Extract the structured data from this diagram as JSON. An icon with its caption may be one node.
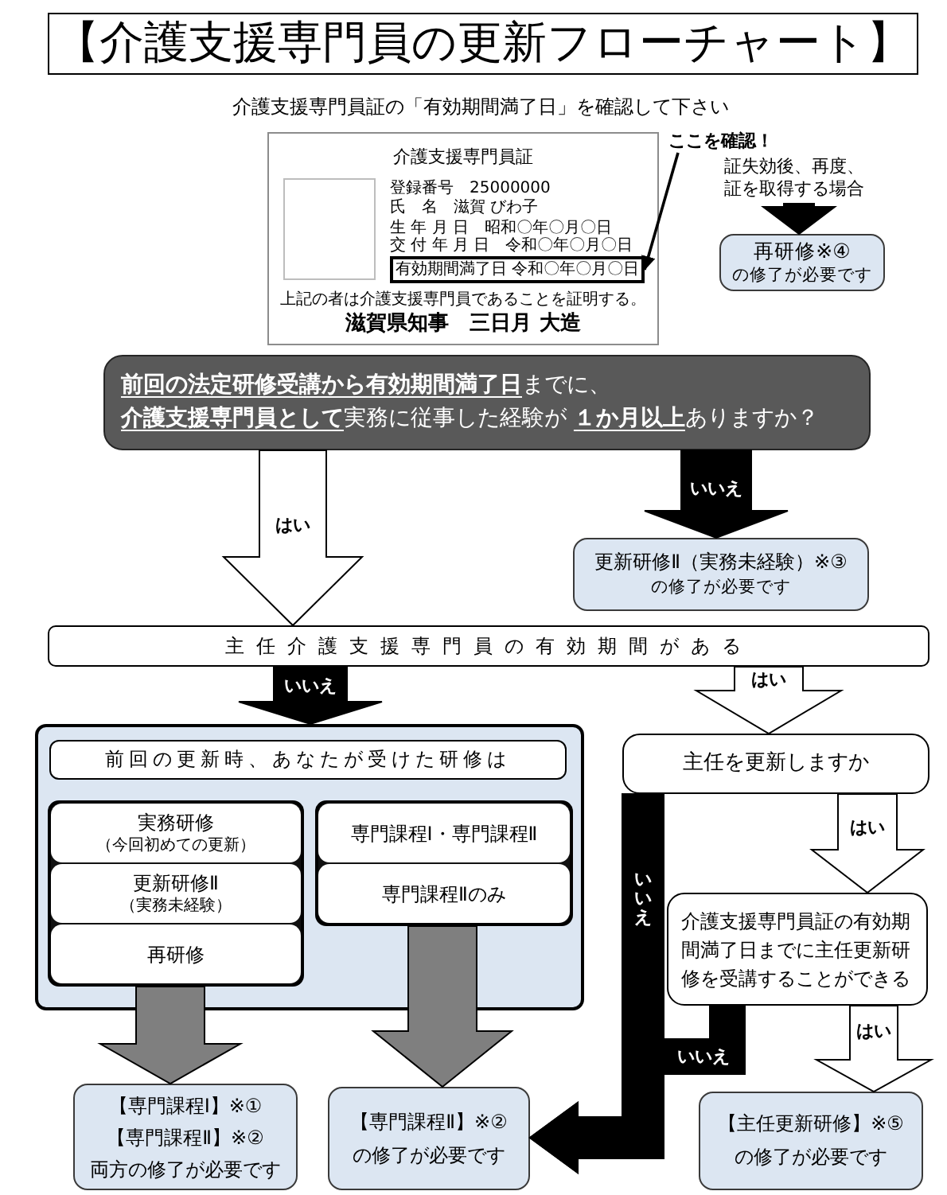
{
  "diagram": {
    "title": "【介護支援専門員の更新フローチャート】",
    "nodes": [
      {
        "text": [
          "介護支援専門員証",
          "登録番号　25000000",
          "氏　名　滋賀 びわ子",
          "生 年 月 日　昭和〇年〇月〇日",
          "交 付 年 月 日　令和〇年〇月〇日",
          "上記の者は介護支援専門員であることを証明する。",
          "滋賀県知事　三日月 大造"
        ]
      },
      {
        "text": [
          "有効期間満了日 令和〇年〇月〇日"
        ],
        "in": 0
      },
      {
        "text": [
          "ここを確認！"
        ]
      },
      {
        "text": [
          "証失効後、再度、証を取得する場合"
        ]
      },
      {
        "text": [
          "再研修※④",
          "の修了が必要です"
        ]
      },
      {
        "text": [
          "**前回の法定研修受講から有効期間満了日**までに、",
          "**介護支援専門員として**実務に従事した経験が **１か月以上**ありますか？"
        ]
      },
      {
        "text": [
          "更新研修Ⅱ（実務未経験）※③",
          "の修了が必要です"
        ]
      },
      {
        "text": [
          "主任介護支援専門員の有効期間がある"
        ]
      },
      {
        "text": [],
        "shape": "box"
      },
      {
        "text": [
          "前回の更新時、あなたが受けた研修は"
        ],
        "in": 8
      },
      {
        "text": [],
        "shape": "box",
        "in": 8
      },
      {
        "text": [
          "実務研修",
          "（今回初めての更新）"
        ],
        "in": 10
      },
      {
        "text": [
          "更新研修Ⅱ",
          "（実務未経験）"
        ],
        "in": 10
      },
      {
        "text": [
          "再研修"
        ],
        "in": 10
      },
      {
        "text": [],
        "shape": "box",
        "in": 8
      },
      {
        "text": [
          "専門課程Ⅰ・専門課程Ⅱ"
        ],
        "in": 14
      },
      {
        "text": [
          "専門課程Ⅱのみ"
        ],
        "in": 14
      },
      {
        "text": [
          "主任を更新しますか"
        ]
      },
      {
        "text": [
          "介護支援専門員証の有効期間満了日までに主任更新研修を受講することができる"
        ]
      },
      {
        "text": [
          "【専門課程Ⅰ】※①",
          "【専門課程Ⅱ】※②",
          "両方の修了が必要です"
        ]
      },
      {
        "text": [
          "【専門課程Ⅱ】※②",
          "の修了が必要です"
        ]
      },
      {
        "text": [
          "【主任更新研修】※⑤",
          "の修了が必要です"
        ]
      }
    ],
    "edges": [
      {
        "from": 2,
        "to": 1,
        "arrow": "to"
      },
      {
        "from": 3,
        "to": 4,
        "arrow": "to",
        "style": "thick"
      },
      {
        "from": 5,
        "to": 7,
        "arrow": "to",
        "style": "thick",
        "color": "#ffffff",
        "label": "はい"
      },
      {
        "from": 5,
        "to": 6,
        "arrow": "to",
        "style": "thick",
        "label": "いいえ"
      },
      {
        "from": 7,
        "to": 8,
        "arrow": "to",
        "style": "thick",
        "label": "いいえ"
      },
      {
        "from": 7,
        "to": 17,
        "arrow": "to",
        "style": "thick",
        "color": "#ffffff",
        "label": "はい"
      },
      {
        "from": 10,
        "to": 19,
        "arrow": "to",
        "style": "thick",
        "color": "#7f7f7f"
      },
      {
        "from": 14,
        "to": 20,
        "arrow": "to",
        "style": "thick",
        "color": "#7f7f7f"
      },
      {
        "from": 17,
        "to": 18,
        "arrow": "to",
        "style": "thick",
        "color": "#ffffff",
        "label": "はい"
      },
      {
        "from": 18,
        "to": 21,
        "arrow": "to",
        "style": "thick",
        "color": "#ffffff",
        "label": "はい"
      },
      {
        "from": 17,
        "to": 20,
        "arrow": "to",
        "style": "thick",
        "label": "いいえ"
      },
      {
        "from": 18,
        "to": 20,
        "arrow": "to",
        "style": "thick",
        "label": "いいえ"
      }
    ],
    "labels": [
      "介護支援専門員証の「有効期間満了日」を確認して下さい"
    ]
  }
}
